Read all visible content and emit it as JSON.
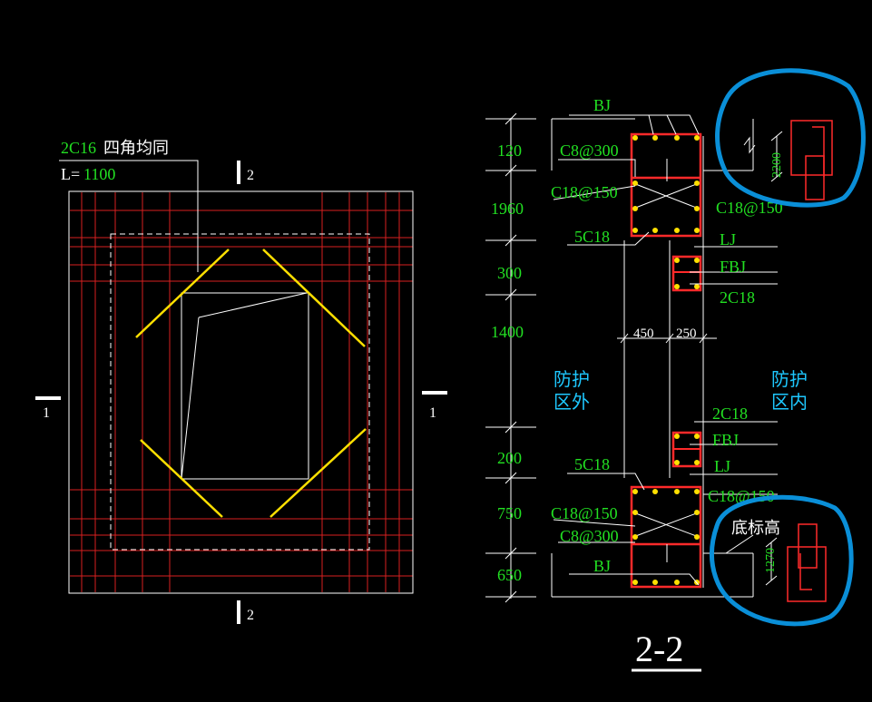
{
  "colors": {
    "background": "#000000",
    "rebar_grid": "#d82020",
    "outline": "#ffffff",
    "corner_bars": "#ffe000",
    "text_green": "#22e022",
    "text_cyan": "#1ec8ff",
    "annotation_blue": "#0a8fd8",
    "stirrup_red": "#ff2a2a"
  },
  "plan": {
    "note_bars": "2C16",
    "note_bars_suffix": "四角均同",
    "length_prefix": "L=",
    "length_value": "1100",
    "section_mark_2": "2",
    "section_mark_1": "1"
  },
  "section": {
    "title": "2-2",
    "dims_left": [
      "120",
      "1960",
      "300",
      "1400",
      "200",
      "750",
      "650"
    ],
    "dims_mid": [
      "450",
      "250"
    ],
    "dim_right_top": "2200",
    "dim_right_bottom": "1270",
    "labels": {
      "bj_top": "BJ",
      "c8_top": "C8@300",
      "c18_left_top": "C18@150",
      "c18_right_top": "C18@150",
      "fivec18_top": "5C18",
      "lj_top": "LJ",
      "fbj_top": "FBJ",
      "twoc18_top": "2C18",
      "twoc18_bottom": "2C18",
      "fbj_bottom": "FBJ",
      "fivec18_bottom": "5C18",
      "lj_bottom": "LJ",
      "c18_left_bottom": "C18@150",
      "c18_right_bottom": "C18@150",
      "c8_bottom": "C8@300",
      "bj_bottom": "BJ",
      "bottom_elev": "底标高"
    },
    "zone_outside_line1": "防护",
    "zone_outside_line2": "区外",
    "zone_inside_line1": "防护",
    "zone_inside_line2": "区内"
  }
}
